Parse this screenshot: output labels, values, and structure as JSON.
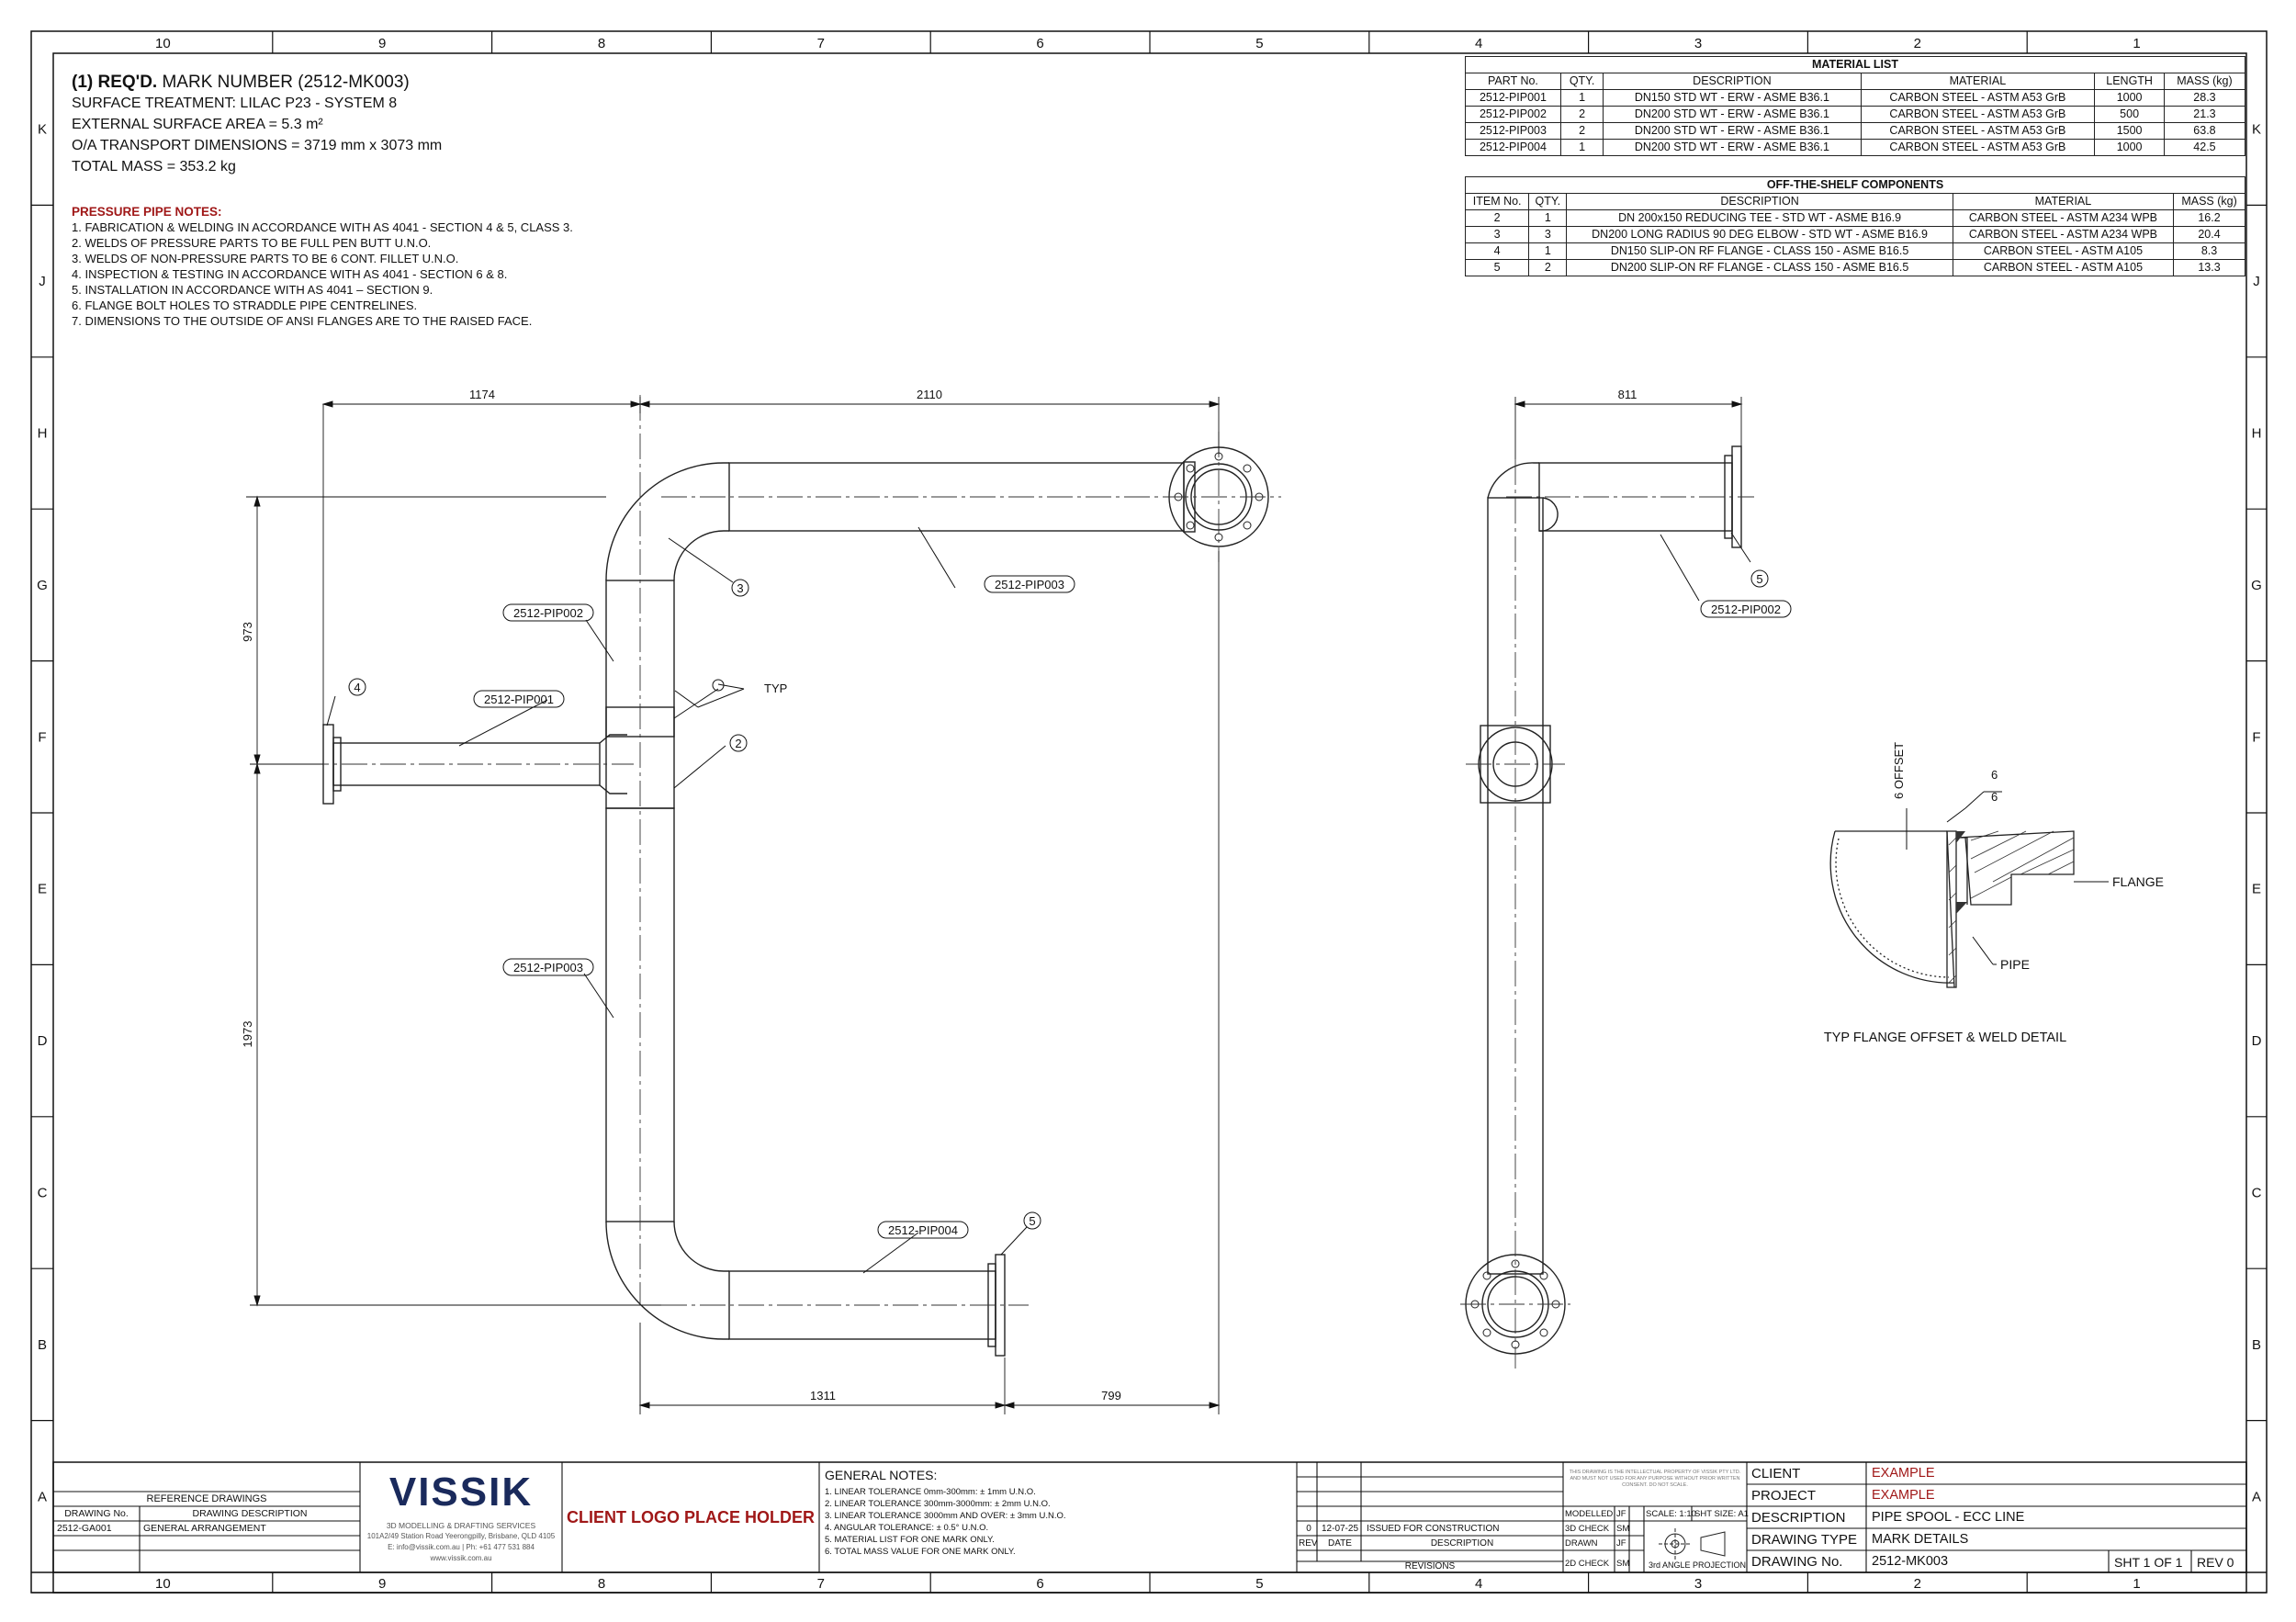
{
  "frame": {
    "col_labels": [
      "10",
      "9",
      "8",
      "7",
      "6",
      "5",
      "4",
      "3",
      "2",
      "1"
    ],
    "row_labels": [
      "K",
      "J",
      "H",
      "G",
      "F",
      "E",
      "D",
      "C",
      "B",
      "A"
    ]
  },
  "header": {
    "line1_bold": "(1) REQ'D.",
    "line1_rest": " MARK NUMBER (2512-MK003)",
    "surface_treatment": "SURFACE TREATMENT: LILAC P23 - SYSTEM 8",
    "surface_area": "EXTERNAL SURFACE AREA = 5.3 m²",
    "transport_dims": "O/A TRANSPORT DIMENSIONS = 3719 mm x 3073 mm",
    "total_mass": "TOTAL MASS = 353.2 kg"
  },
  "pressure_notes": {
    "title": "PRESSURE PIPE NOTES:",
    "items": [
      "1. FABRICATION & WELDING IN ACCORDANCE WITH AS 4041 - SECTION 4 & 5, CLASS 3.",
      "2. WELDS OF PRESSURE PARTS TO BE FULL PEN BUTT U.N.O.",
      "3. WELDS OF NON-PRESSURE PARTS TO BE 6 CONT. FILLET U.N.O.",
      "4. INSPECTION & TESTING IN ACCORDANCE WITH AS 4041 - SECTION 6 & 8.",
      "5. INSTALLATION IN ACCORDANCE WITH AS 4041 – SECTION 9.",
      "6. FLANGE BOLT HOLES TO STRADDLE PIPE CENTRELINES.",
      "7. DIMENSIONS TO THE OUTSIDE OF ANSI FLANGES ARE TO THE RAISED FACE."
    ]
  },
  "material_list": {
    "title": "MATERIAL LIST",
    "headers": [
      "PART No.",
      "QTY.",
      "DESCRIPTION",
      "MATERIAL",
      "LENGTH",
      "MASS (kg)"
    ],
    "rows": [
      [
        "2512-PIP001",
        "1",
        "DN150 STD WT - ERW - ASME B36.1",
        "CARBON STEEL - ASTM A53 GrB",
        "1000",
        "28.3"
      ],
      [
        "2512-PIP002",
        "2",
        "DN200 STD WT - ERW - ASME B36.1",
        "CARBON STEEL - ASTM A53 GrB",
        "500",
        "21.3"
      ],
      [
        "2512-PIP003",
        "2",
        "DN200 STD WT - ERW - ASME B36.1",
        "CARBON STEEL - ASTM A53 GrB",
        "1500",
        "63.8"
      ],
      [
        "2512-PIP004",
        "1",
        "DN200 STD WT - ERW - ASME B36.1",
        "CARBON STEEL - ASTM A53 GrB",
        "1000",
        "42.5"
      ]
    ]
  },
  "ots_components": {
    "title": "OFF-THE-SHELF COMPONENTS",
    "headers": [
      "ITEM No.",
      "QTY.",
      "DESCRIPTION",
      "MATERIAL",
      "MASS (kg)"
    ],
    "rows": [
      [
        "2",
        "1",
        "DN 200x150 REDUCING TEE - STD WT - ASME B16.9",
        "CARBON STEEL - ASTM A234 WPB",
        "16.2"
      ],
      [
        "3",
        "3",
        "DN200 LONG RADIUS 90 DEG ELBOW - STD WT - ASME B16.9",
        "CARBON STEEL - ASTM A234 WPB",
        "20.4"
      ],
      [
        "4",
        "1",
        "DN150 SLIP-ON RF FLANGE - CLASS 150 - ASME B16.5",
        "CARBON STEEL - ASTM A105",
        "8.3"
      ],
      [
        "5",
        "2",
        "DN200 SLIP-ON RF FLANGE - CLASS 150 - ASME B16.5",
        "CARBON STEEL - ASTM A105",
        "13.3"
      ]
    ]
  },
  "drawing": {
    "dims": {
      "d1174": "1174",
      "d2110": "2110",
      "d973": "973",
      "d1973": "1973",
      "d1311": "1311",
      "d799": "799",
      "d811": "811"
    },
    "tags": {
      "pip001": "2512-PIP001",
      "pip002": "2512-PIP002",
      "pip003": "2512-PIP003",
      "pip004": "2512-PIP004"
    },
    "balloons": {
      "b2": "2",
      "b3": "3",
      "b4": "4",
      "b5": "5"
    },
    "typ": "TYP",
    "detail": {
      "offset": "6 OFFSET",
      "weld_top": "6",
      "weld_bottom": "6",
      "flange": "FLANGE",
      "pipe": "PIPE",
      "title": "TYP FLANGE OFFSET & WELD DETAIL"
    }
  },
  "title_block": {
    "reference": {
      "title": "REFERENCE DRAWINGS",
      "headers": [
        "DRAWING No.",
        "DRAWING DESCRIPTION"
      ],
      "rows": [
        [
          "2512-GA001",
          "GENERAL ARRANGEMENT"
        ]
      ]
    },
    "company": {
      "logo": "VISSIK",
      "tagline": "3D MODELLING & DRAFTING SERVICES",
      "address": "101A2/49 Station Road Yeerongpilly, Brisbane, QLD 4105",
      "contact": "E: info@vissik.com.au | Ph: +61 477 531 884",
      "web": "www.vissik.com.au"
    },
    "client_logo": "CLIENT LOGO PLACE HOLDER",
    "general_notes": {
      "title": "GENERAL NOTES:",
      "items": [
        "1. LINEAR TOLERANCE 0mm-300mm: ± 1mm U.N.O.",
        "2. LINEAR TOLERANCE 300mm-3000mm: ± 2mm U.N.O.",
        "3. LINEAR TOLERANCE 3000mm AND OVER: ± 3mm U.N.O.",
        "4. ANGULAR TOLERANCE: ± 0.5° U.N.O.",
        "5. MATERIAL LIST FOR ONE MARK ONLY.",
        "6. TOTAL MASS VALUE FOR ONE MARK ONLY."
      ]
    },
    "revisions": {
      "row": [
        "0",
        "12-07-25",
        "ISSUED FOR CONSTRUCTION"
      ],
      "headers": [
        "REV",
        "DATE",
        "DESCRIPTION"
      ],
      "footer": "REVISIONS"
    },
    "disclaimer": "THIS DRAWING IS THE INTELLECTUAL PROPERTY OF VISSIK PTY LTD. AND MUST NOT USED FOR ANY PURPOSE WITHOUT PRIOR WRITTEN CONSENT. DO NOT SCALE.",
    "checks": [
      [
        "MODELLED",
        "JF"
      ],
      [
        "3D CHECK",
        "SM"
      ],
      [
        "DRAWN",
        "JF"
      ],
      [
        "2D CHECK",
        "SM"
      ]
    ],
    "scale": "SCALE: 1:10",
    "sheet_size": "SHT SIZE: A1",
    "projection": "3rd ANGLE PROJECTION",
    "fields": [
      [
        "CLIENT",
        "EXAMPLE"
      ],
      [
        "PROJECT",
        "EXAMPLE"
      ],
      [
        "DESCRIPTION",
        "PIPE SPOOL - ECC LINE"
      ],
      [
        "DRAWING TYPE",
        "MARK DETAILS"
      ],
      [
        "DRAWING No.",
        "2512-MK003"
      ]
    ],
    "sheet": "SHT 1 OF 1",
    "rev": "REV 0",
    "accent_color": "#a01818",
    "logo_color": "#1a2a5c"
  }
}
